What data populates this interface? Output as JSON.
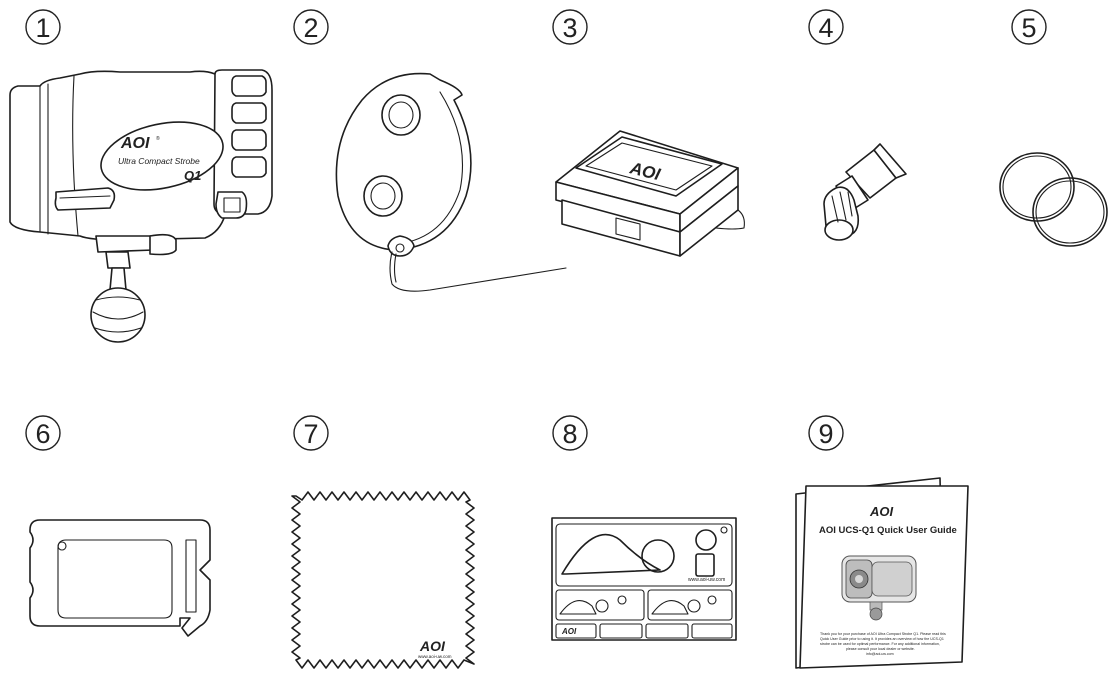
{
  "items": [
    {
      "number": "1",
      "name": "strobe"
    },
    {
      "number": "2",
      "name": "diffuser-cap"
    },
    {
      "number": "3",
      "name": "storage-case"
    },
    {
      "number": "4",
      "name": "grease-tube"
    },
    {
      "number": "5",
      "name": "o-rings"
    },
    {
      "number": "6",
      "name": "battery-opener"
    },
    {
      "number": "7",
      "name": "cleaning-cloth"
    },
    {
      "number": "8",
      "name": "sticker-sheet"
    },
    {
      "number": "9",
      "name": "quick-user-guide"
    }
  ],
  "strobe_label": {
    "brand": "AOI",
    "model_line": "Ultra Compact Strobe",
    "model": "Q1",
    "registered": "®"
  },
  "case_label": {
    "brand": "AOI"
  },
  "cloth_label": {
    "brand": "AOI",
    "url": "www.aoi-uw.com"
  },
  "sticker_sheet": {
    "brand": "AOI",
    "url": "www.aoi-uw.com"
  },
  "guide": {
    "brand": "AOI",
    "title": "AOI UCS-Q1 Quick User Guide",
    "footer_lines": [
      "Thank you for your purchase of AOI Ultra Compact Strobe Q1. Please read this",
      "Quick User Guide prior to using it. It provides an overview of how the UCS-Q1",
      "strobe can be used for optimal performance. For any additional information,",
      "please consult your local dealer or website.",
      "info@aoi-uw.com"
    ]
  }
}
